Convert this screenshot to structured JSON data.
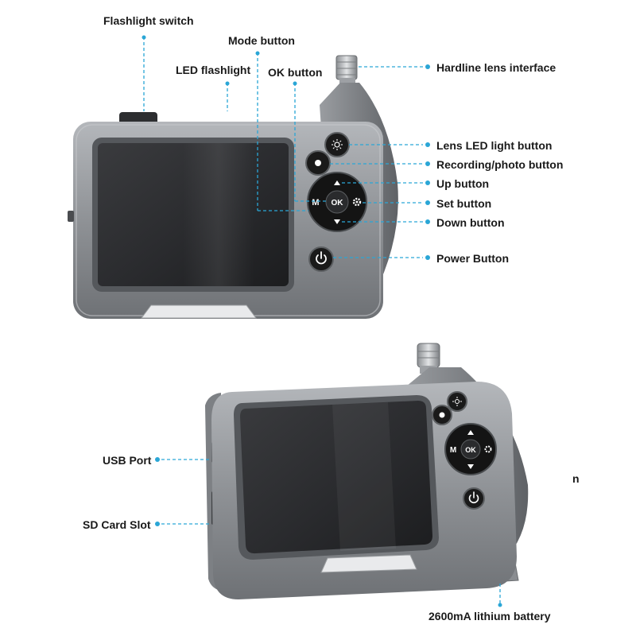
{
  "labels": {
    "flashlight_switch": "Flashlight switch",
    "mode_button": "Mode button",
    "led_flashlight": "LED flashlight",
    "ok_button": "OK button",
    "hardline_lens_interface": "Hardline lens interface",
    "lens_led_light_button": "Lens LED light button",
    "recording_photo_button": "Recording/photo button",
    "up_button": "Up button",
    "set_button": "Set button",
    "down_button": "Down button",
    "power_button": "Power Button",
    "usb_port": "USB Port",
    "sd_card_slot": "SD Card Slot",
    "lithium_battery": "2600mA lithium battery",
    "stray_letter": "n"
  },
  "keys": {
    "mode": "M",
    "ok": "OK"
  },
  "colors": {
    "callout": "#2aa6d6",
    "body": "#8e9196",
    "screen": "#2b2c2f",
    "keypad": "#151515"
  }
}
